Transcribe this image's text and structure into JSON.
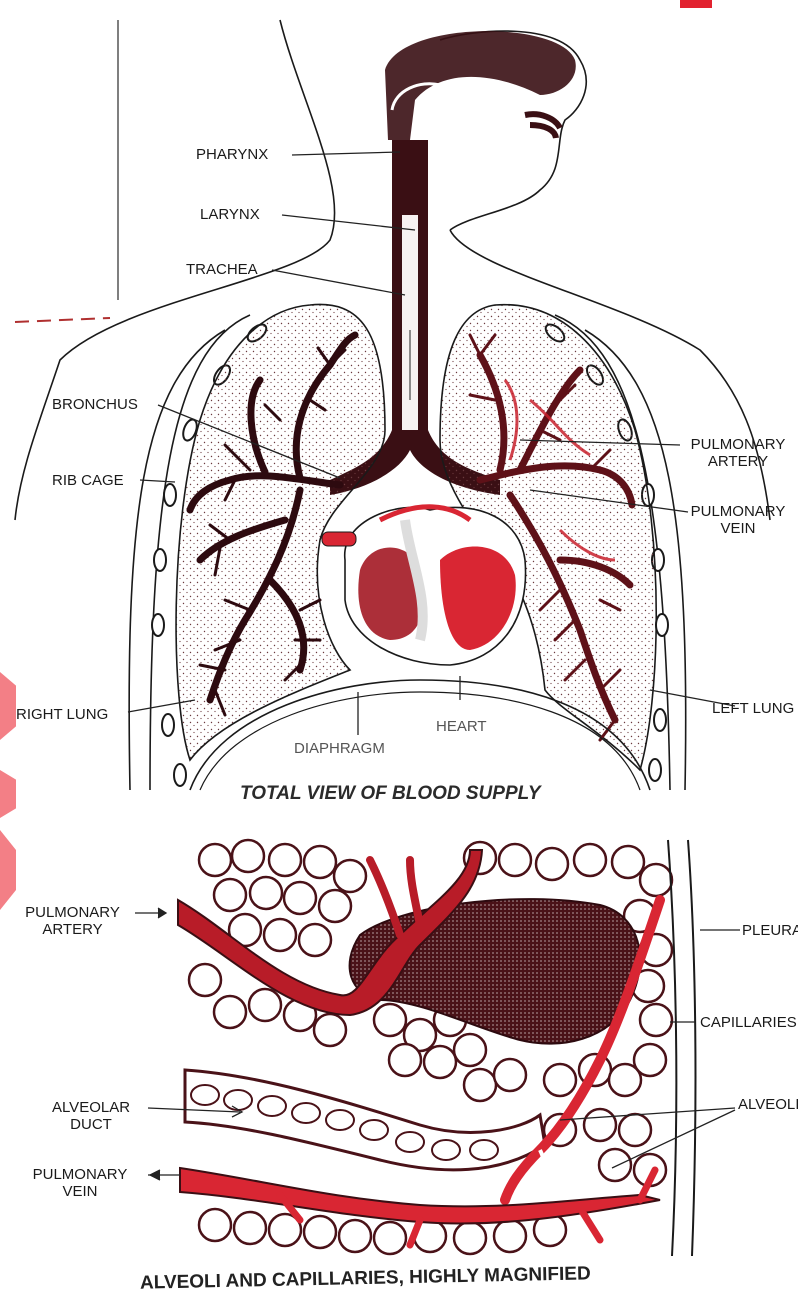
{
  "diagram": {
    "top_panel": {
      "caption": "TOTAL VIEW OF BLOOD SUPPLY",
      "labels": {
        "pharynx": "PHARYNX",
        "larynx": "LARYNX",
        "trachea": "TRACHEA",
        "bronchus": "BRONCHUS",
        "rib_cage": "RIB CAGE",
        "pulmonary_artery_1": "PULMONARY",
        "pulmonary_artery_2": "ARTERY",
        "pulmonary_vein_1": "PULMONARY",
        "pulmonary_vein_2": "VEIN",
        "right_lung": "RIGHT LUNG",
        "left_lung": "LEFT LUNG",
        "heart": "HEART",
        "diaphragm": "DIAPHRAGM"
      }
    },
    "bottom_panel": {
      "caption": "ALVEOLI AND CAPILLARIES, HIGHLY MAGNIFIED",
      "labels": {
        "pulmonary_artery_1": "PULMONARY",
        "pulmonary_artery_2": "ARTERY",
        "pleura": "PLEURA",
        "capillaries": "CAPILLARIES",
        "alveolar_duct_1": "ALVEOLAR",
        "alveolar_duct_2": "DUCT",
        "alveoli": "ALVEOLI",
        "pulmonary_vein_1": "PULMONARY",
        "pulmonary_vein_2": "VEIN"
      }
    },
    "colors": {
      "ink": "#3a0f14",
      "blood": "#d92633",
      "tab": "#f37f86"
    }
  }
}
